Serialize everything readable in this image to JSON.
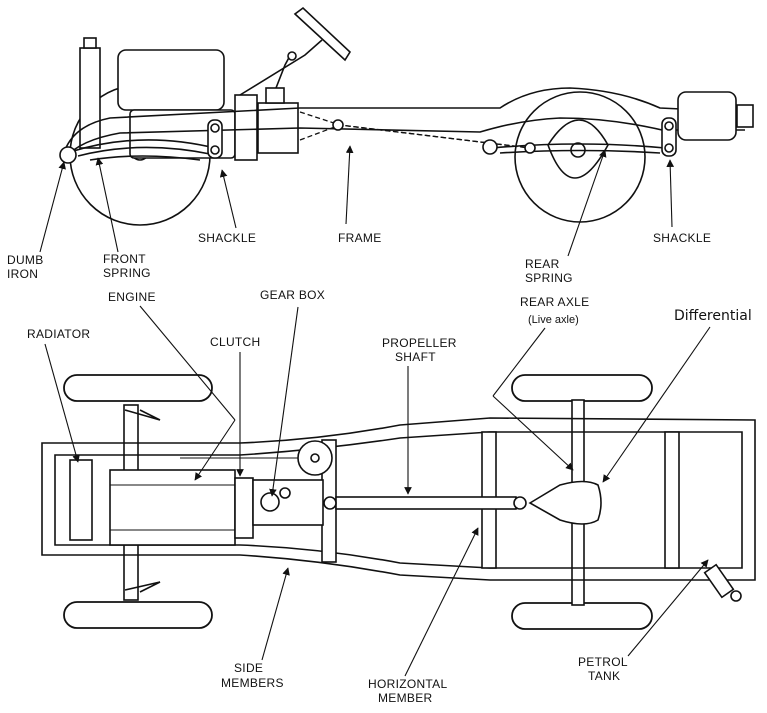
{
  "labels": {
    "dumb_iron_1": "DUMB",
    "dumb_iron_2": "IRON",
    "front_spring_1": "FRONT",
    "front_spring_2": "SPRING",
    "shackle_front": "SHACKLE",
    "frame": "FRAME",
    "rear_spring_1": "REAR",
    "rear_spring_2": "SPRING",
    "shackle_rear": "SHACKLE",
    "engine": "ENGINE",
    "gear_box": "GEAR BOX",
    "rear_axle": "REAR AXLE",
    "live_axle": "(Live axle)",
    "differential": "Differential",
    "radiator": "RADIATOR",
    "clutch": "CLUTCH",
    "propeller_1": "PROPELLER",
    "propeller_2": "SHAFT",
    "side_members_1": "SIDE",
    "side_members_2": "MEMBERS",
    "horizontal_member_1": "HORIZONTAL",
    "horizontal_member_2": "MEMBER",
    "petrol_tank_1": "PETROL",
    "petrol_tank_2": "TANK"
  }
}
